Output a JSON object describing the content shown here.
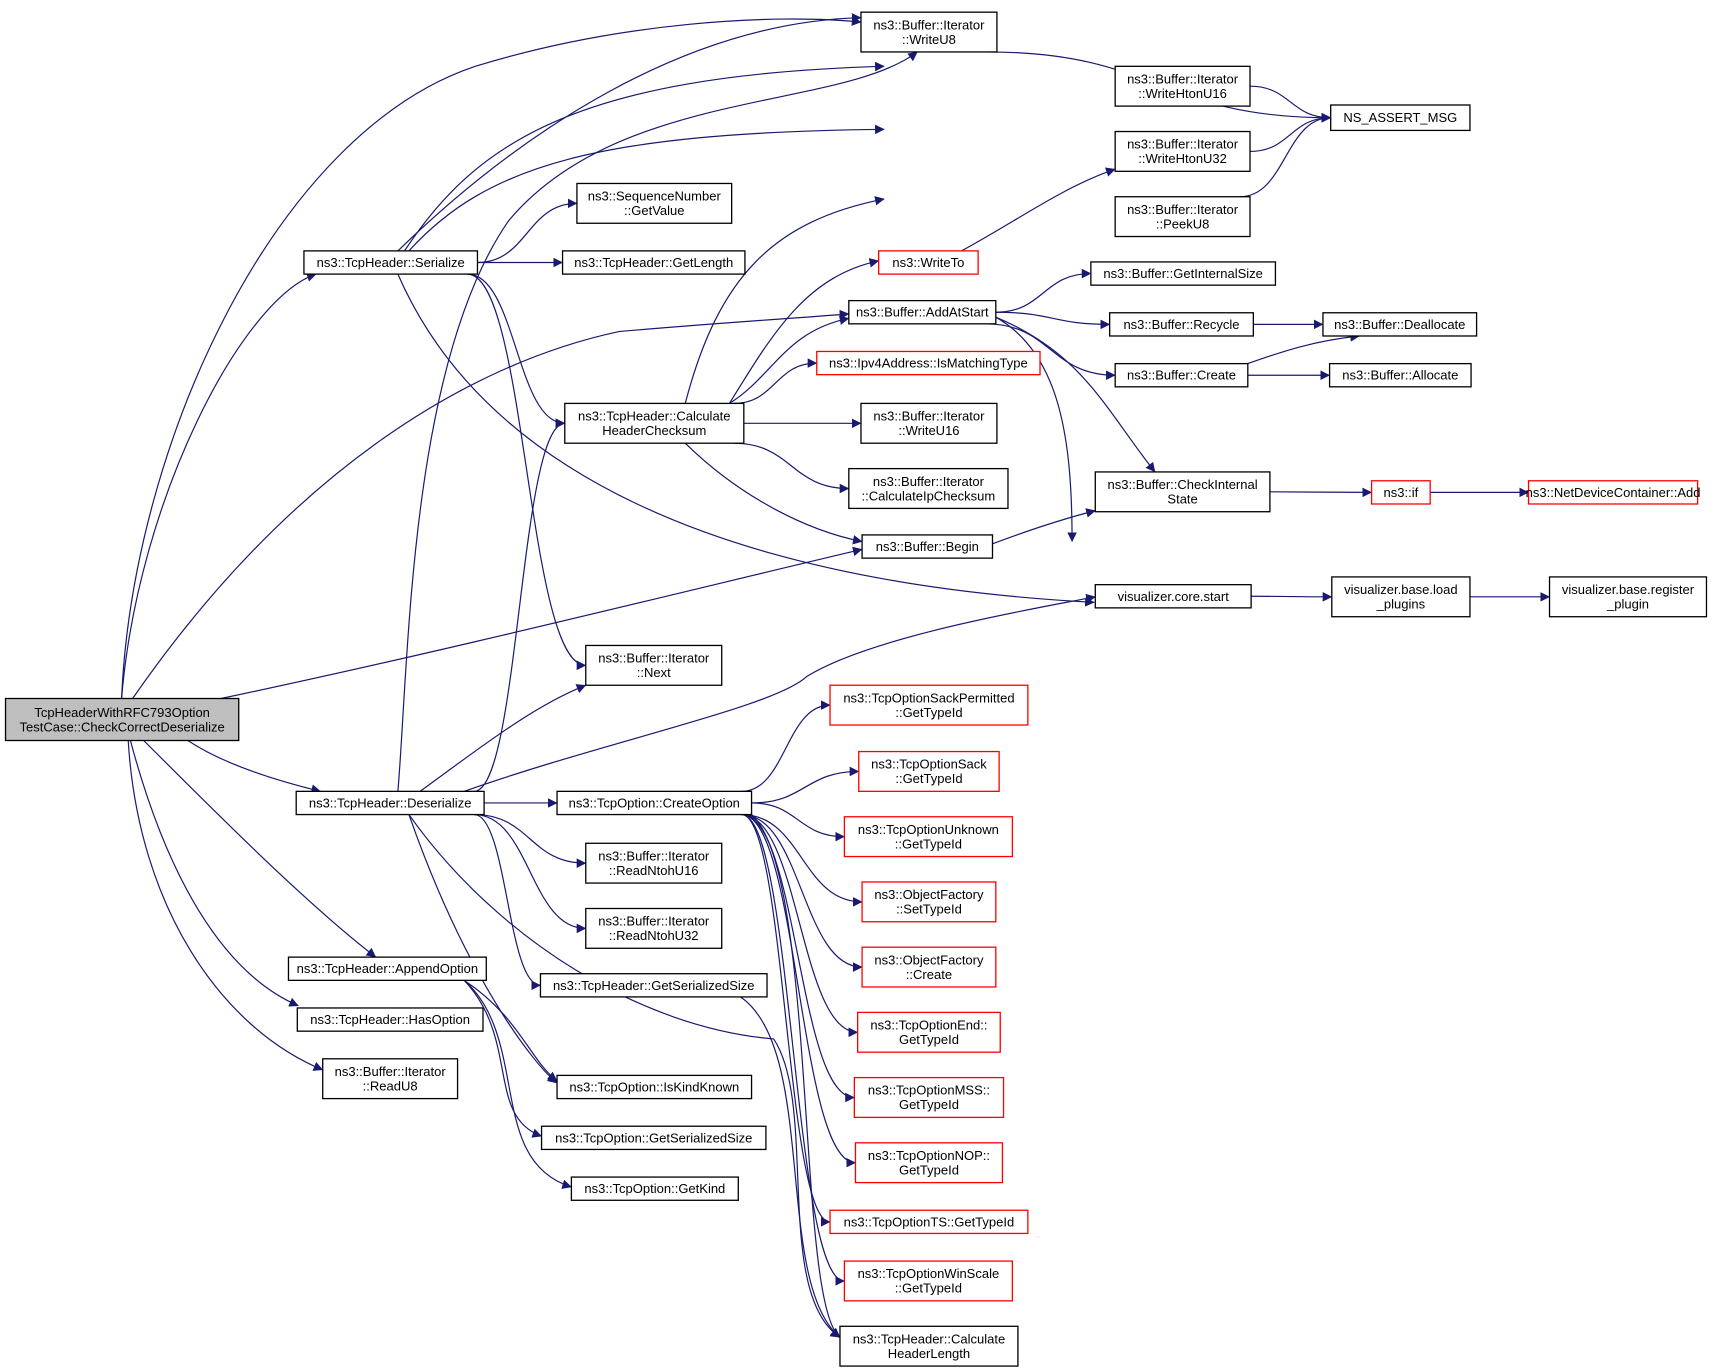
{
  "colors": {
    "edge": "#191970",
    "box_stroke": "#000000",
    "link_missing_stroke": "#ff0000",
    "root_fill": "#bfbfbf",
    "background": "#ffffff"
  },
  "nodes": [
    {
      "id": "root",
      "lines": [
        "TcpHeaderWithRFC793Option",
        "TestCase::CheckCorrectDeserialize"
      ],
      "style": "root"
    },
    {
      "id": "serialize",
      "lines": [
        "ns3::TcpHeader::Serialize"
      ],
      "style": "normal"
    },
    {
      "id": "deserialize",
      "lines": [
        "ns3::TcpHeader::Deserialize"
      ],
      "style": "normal"
    },
    {
      "id": "appendOption",
      "lines": [
        "ns3::TcpHeader::AppendOption"
      ],
      "style": "normal"
    },
    {
      "id": "hasOption",
      "lines": [
        "ns3::TcpHeader::HasOption"
      ],
      "style": "normal"
    },
    {
      "id": "readU8",
      "lines": [
        "ns3::Buffer::Iterator",
        "::ReadU8"
      ],
      "style": "normal"
    },
    {
      "id": "writeU8",
      "lines": [
        "ns3::Buffer::Iterator",
        "::WriteU8"
      ],
      "style": "normal"
    },
    {
      "id": "seqGetValue",
      "lines": [
        "ns3::SequenceNumber",
        "::GetValue"
      ],
      "style": "normal"
    },
    {
      "id": "getLength",
      "lines": [
        "ns3::TcpHeader::GetLength"
      ],
      "style": "normal"
    },
    {
      "id": "calcChecksum",
      "lines": [
        "ns3::TcpHeader::Calculate",
        "HeaderChecksum"
      ],
      "style": "normal"
    },
    {
      "id": "next",
      "lines": [
        "ns3::Buffer::Iterator",
        "::Next"
      ],
      "style": "normal"
    },
    {
      "id": "createOption",
      "lines": [
        "ns3::TcpOption::CreateOption"
      ],
      "style": "normal"
    },
    {
      "id": "readNtohU16",
      "lines": [
        "ns3::Buffer::Iterator",
        "::ReadNtohU16"
      ],
      "style": "normal"
    },
    {
      "id": "readNtohU32",
      "lines": [
        "ns3::Buffer::Iterator",
        "::ReadNtohU32"
      ],
      "style": "normal"
    },
    {
      "id": "getSerializedSize",
      "lines": [
        "ns3::TcpHeader::GetSerializedSize"
      ],
      "style": "normal"
    },
    {
      "id": "isKindKnown",
      "lines": [
        "ns3::TcpOption::IsKindKnown"
      ],
      "style": "normal"
    },
    {
      "id": "optGetSerializedSize",
      "lines": [
        "ns3::TcpOption::GetSerializedSize"
      ],
      "style": "normal"
    },
    {
      "id": "getKind",
      "lines": [
        "ns3::TcpOption::GetKind"
      ],
      "style": "normal"
    },
    {
      "id": "writeHtonU16",
      "lines": [
        "ns3::Buffer::Iterator",
        "::WriteHtonU16"
      ],
      "style": "normal"
    },
    {
      "id": "writeHtonU32",
      "lines": [
        "ns3::Buffer::Iterator",
        "::WriteHtonU32"
      ],
      "style": "normal"
    },
    {
      "id": "peekU8",
      "lines": [
        "ns3::Buffer::Iterator",
        "::PeekU8"
      ],
      "style": "normal"
    },
    {
      "id": "writeTo",
      "lines": [
        "ns3::WriteTo"
      ],
      "style": "red"
    },
    {
      "id": "addAtStart",
      "lines": [
        "ns3::Buffer::AddAtStart"
      ],
      "style": "normal"
    },
    {
      "id": "isMatchingType",
      "lines": [
        "ns3::Ipv4Address::IsMatchingType"
      ],
      "style": "red"
    },
    {
      "id": "writeU16",
      "lines": [
        "ns3::Buffer::Iterator",
        "::WriteU16"
      ],
      "style": "normal"
    },
    {
      "id": "calcIpChecksum",
      "lines": [
        "ns3::Buffer::Iterator",
        "::CalculateIpChecksum"
      ],
      "style": "normal"
    },
    {
      "id": "begin",
      "lines": [
        "ns3::Buffer::Begin"
      ],
      "style": "normal"
    },
    {
      "id": "coreStart",
      "lines": [
        "visualizer.core.start"
      ],
      "style": "normal"
    },
    {
      "id": "sackPermitted",
      "lines": [
        "ns3::TcpOptionSackPermitted",
        "::GetTypeId"
      ],
      "style": "red"
    },
    {
      "id": "sack",
      "lines": [
        "ns3::TcpOptionSack",
        "::GetTypeId"
      ],
      "style": "red"
    },
    {
      "id": "unknown",
      "lines": [
        "ns3::TcpOptionUnknown",
        "::GetTypeId"
      ],
      "style": "red"
    },
    {
      "id": "ofSetTypeId",
      "lines": [
        "ns3::ObjectFactory",
        "::SetTypeId"
      ],
      "style": "red"
    },
    {
      "id": "ofCreate",
      "lines": [
        "ns3::ObjectFactory",
        "::Create"
      ],
      "style": "red"
    },
    {
      "id": "optEnd",
      "lines": [
        "ns3::TcpOptionEnd::",
        "GetTypeId"
      ],
      "style": "red"
    },
    {
      "id": "optMss",
      "lines": [
        "ns3::TcpOptionMSS::",
        "GetTypeId"
      ],
      "style": "red"
    },
    {
      "id": "optNop",
      "lines": [
        "ns3::TcpOptionNOP::",
        "GetTypeId"
      ],
      "style": "red"
    },
    {
      "id": "optTs",
      "lines": [
        "ns3::TcpOptionTS::GetTypeId"
      ],
      "style": "red"
    },
    {
      "id": "optWinScale",
      "lines": [
        "ns3::TcpOptionWinScale",
        "::GetTypeId"
      ],
      "style": "red"
    },
    {
      "id": "calcHeaderLength",
      "lines": [
        "ns3::TcpHeader::Calculate",
        "HeaderLength"
      ],
      "style": "normal"
    },
    {
      "id": "nsAssert",
      "lines": [
        "NS_ASSERT_MSG"
      ],
      "style": "normal"
    },
    {
      "id": "getInternalSize",
      "lines": [
        "ns3::Buffer::GetInternalSize"
      ],
      "style": "normal"
    },
    {
      "id": "recycle",
      "lines": [
        "ns3::Buffer::Recycle"
      ],
      "style": "normal"
    },
    {
      "id": "create",
      "lines": [
        "ns3::Buffer::Create"
      ],
      "style": "normal"
    },
    {
      "id": "checkInternalState",
      "lines": [
        "ns3::Buffer::CheckInternal",
        "State"
      ],
      "style": "normal"
    },
    {
      "id": "deallocate",
      "lines": [
        "ns3::Buffer::Deallocate"
      ],
      "style": "normal"
    },
    {
      "id": "allocate",
      "lines": [
        "ns3::Buffer::Allocate"
      ],
      "style": "normal"
    },
    {
      "id": "nsIf",
      "lines": [
        "ns3::if"
      ],
      "style": "red"
    },
    {
      "id": "ndcAdd",
      "lines": [
        "ns3::NetDeviceContainer::Add"
      ],
      "style": "red"
    },
    {
      "id": "loadPlugins",
      "lines": [
        "visualizer.base.load",
        "_plugins"
      ],
      "style": "normal"
    },
    {
      "id": "registerPlugin",
      "lines": [
        "visualizer.base.register",
        "_plugin"
      ],
      "style": "normal"
    }
  ],
  "edges": [
    [
      "root",
      "serialize"
    ],
    [
      "root",
      "deserialize"
    ],
    [
      "root",
      "appendOption"
    ],
    [
      "root",
      "hasOption"
    ],
    [
      "root",
      "readU8"
    ],
    [
      "root",
      "writeU8"
    ],
    [
      "root",
      "addAtStart"
    ],
    [
      "root",
      "begin"
    ],
    [
      "serialize",
      "writeU8"
    ],
    [
      "serialize",
      "writeHtonU16"
    ],
    [
      "serialize",
      "writeHtonU32"
    ],
    [
      "serialize",
      "seqGetValue"
    ],
    [
      "serialize",
      "getLength"
    ],
    [
      "serialize",
      "calcChecksum"
    ],
    [
      "serialize",
      "next"
    ],
    [
      "serialize",
      "coreStart"
    ],
    [
      "calcChecksum",
      "peekU8"
    ],
    [
      "calcChecksum",
      "writeTo"
    ],
    [
      "calcChecksum",
      "addAtStart"
    ],
    [
      "calcChecksum",
      "isMatchingType"
    ],
    [
      "calcChecksum",
      "writeU16"
    ],
    [
      "calcChecksum",
      "calcIpChecksum"
    ],
    [
      "calcChecksum",
      "begin"
    ],
    [
      "deserialize",
      "writeU8"
    ],
    [
      "deserialize",
      "calcChecksum"
    ],
    [
      "deserialize",
      "next"
    ],
    [
      "deserialize",
      "coreStart"
    ],
    [
      "deserialize",
      "createOption"
    ],
    [
      "deserialize",
      "readNtohU16"
    ],
    [
      "deserialize",
      "readNtohU32"
    ],
    [
      "deserialize",
      "getSerializedSize"
    ],
    [
      "deserialize",
      "isKindKnown"
    ],
    [
      "deserialize",
      "calcHeaderLength"
    ],
    [
      "appendOption",
      "isKindKnown"
    ],
    [
      "appendOption",
      "optGetSerializedSize"
    ],
    [
      "appendOption",
      "getKind"
    ],
    [
      "getSerializedSize",
      "calcHeaderLength"
    ],
    [
      "createOption",
      "sackPermitted"
    ],
    [
      "createOption",
      "sack"
    ],
    [
      "createOption",
      "unknown"
    ],
    [
      "createOption",
      "ofSetTypeId"
    ],
    [
      "createOption",
      "ofCreate"
    ],
    [
      "createOption",
      "optEnd"
    ],
    [
      "createOption",
      "optMss"
    ],
    [
      "createOption",
      "optNop"
    ],
    [
      "createOption",
      "optTs"
    ],
    [
      "createOption",
      "optWinScale"
    ],
    [
      "createOption",
      "calcHeaderLength"
    ],
    [
      "writeU8",
      "nsAssert"
    ],
    [
      "writeHtonU16",
      "nsAssert"
    ],
    [
      "writeHtonU32",
      "nsAssert"
    ],
    [
      "peekU8",
      "nsAssert"
    ],
    [
      "writeTo",
      "writeHtonU32"
    ],
    [
      "addAtStart",
      "getInternalSize"
    ],
    [
      "addAtStart",
      "recycle"
    ],
    [
      "addAtStart",
      "create"
    ],
    [
      "addAtStart",
      "checkInternalState"
    ],
    [
      "addAtStart",
      "coreStart"
    ],
    [
      "recycle",
      "deallocate"
    ],
    [
      "create",
      "deallocate"
    ],
    [
      "create",
      "allocate"
    ],
    [
      "begin",
      "checkInternalState"
    ],
    [
      "checkInternalState",
      "nsIf"
    ],
    [
      "nsIf",
      "ndcAdd"
    ],
    [
      "coreStart",
      "loadPlugins"
    ],
    [
      "loadPlugins",
      "registerPlugin"
    ]
  ]
}
